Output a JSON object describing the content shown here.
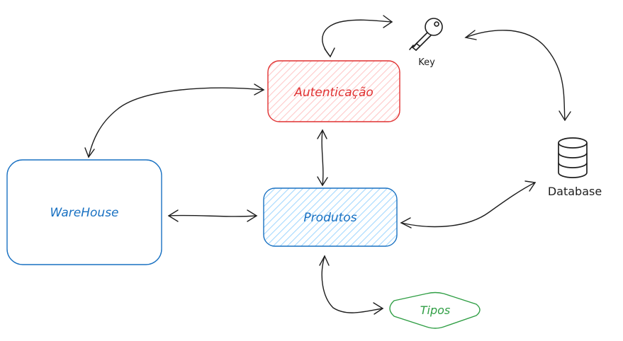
{
  "diagram": {
    "nodes": {
      "autenticacao": {
        "label": "Autenticação"
      },
      "produtos": {
        "label": "Produtos"
      },
      "warehouse": {
        "label": "WareHouse"
      },
      "tipos": {
        "label": "Tipos"
      },
      "key": {
        "label": "Key"
      },
      "database": {
        "label": "Database"
      }
    },
    "edges": [
      {
        "from": "Autenticação",
        "to": "Key",
        "bidirectional": true
      },
      {
        "from": "Key",
        "to": "Database",
        "bidirectional": true
      },
      {
        "from": "Autenticação",
        "to": "WareHouse",
        "bidirectional": true
      },
      {
        "from": "Autenticação",
        "to": "Produtos",
        "bidirectional": true
      },
      {
        "from": "WareHouse",
        "to": "Produtos",
        "bidirectional": true
      },
      {
        "from": "Produtos",
        "to": "Database",
        "bidirectional": true
      },
      {
        "from": "Produtos",
        "to": "Tipos",
        "bidirectional": true
      }
    ],
    "colors": {
      "autenticacao": "#e03131",
      "autenticacao_fill": "#ffc9c9",
      "produtos": "#1971c2",
      "produtos_fill": "#a5d8ff",
      "warehouse": "#1971c2",
      "tipos": "#2f9e44",
      "ink": "#1e1e1e"
    }
  }
}
